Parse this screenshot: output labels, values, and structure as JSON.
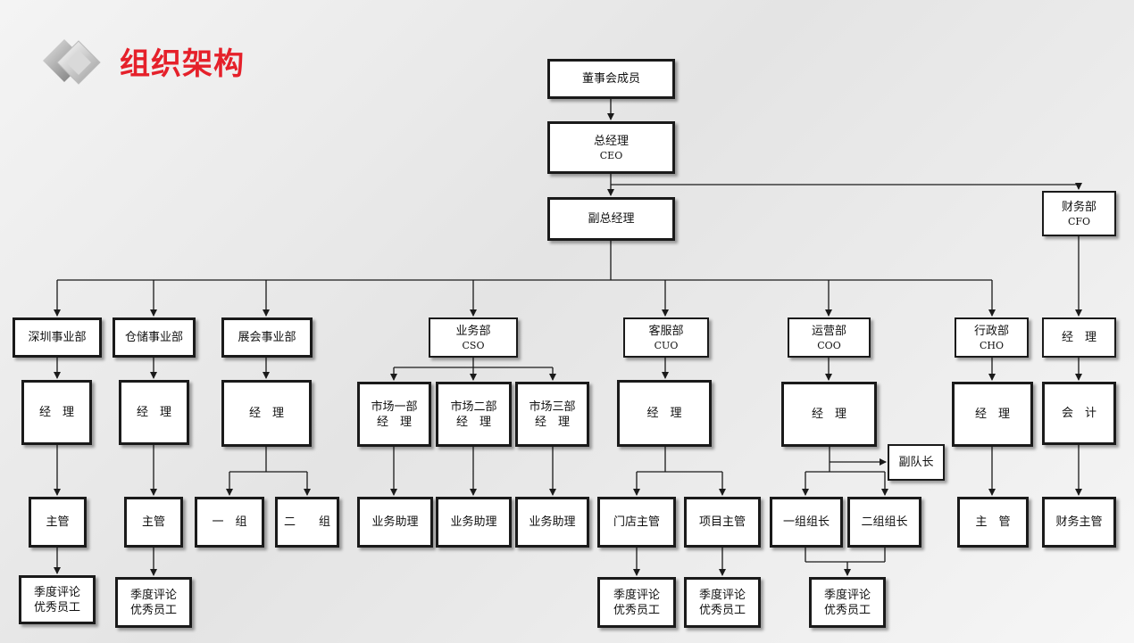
{
  "title": "组织架构",
  "colors": {
    "title": "#e5202a",
    "line": "#1a1a1a",
    "box_border": "#1a1a1a"
  },
  "logo_icon": "diamond-logo-icon",
  "nodes": [
    {
      "id": "board",
      "lines": [
        "董事会成员"
      ]
    },
    {
      "id": "gm",
      "lines": [
        "总经理",
        "CEO"
      ]
    },
    {
      "id": "vgm",
      "lines": [
        "副总经理"
      ]
    },
    {
      "id": "finance",
      "lines": [
        "财务部",
        "CFO"
      ]
    },
    {
      "id": "shenzhen",
      "lines": [
        "深圳事业部"
      ]
    },
    {
      "id": "warehouse",
      "lines": [
        "仓储事业部"
      ]
    },
    {
      "id": "exhibit",
      "lines": [
        "展会事业部"
      ]
    },
    {
      "id": "sales",
      "lines": [
        "业务部",
        "CSO"
      ]
    },
    {
      "id": "service",
      "lines": [
        "客服部",
        "CUO"
      ]
    },
    {
      "id": "ops",
      "lines": [
        "运营部",
        "COO"
      ]
    },
    {
      "id": "admin",
      "lines": [
        "行政部",
        "CHO"
      ]
    },
    {
      "id": "fin_mgr",
      "lines": [
        "经　理"
      ]
    },
    {
      "id": "sz_mgr",
      "lines": [
        "经　理"
      ]
    },
    {
      "id": "wh_mgr",
      "lines": [
        "经　理"
      ]
    },
    {
      "id": "ex_mgr",
      "lines": [
        "经　理"
      ]
    },
    {
      "id": "mkt1",
      "lines": [
        "市场一部",
        "经　理"
      ]
    },
    {
      "id": "mkt2",
      "lines": [
        "市场二部",
        "经　理"
      ]
    },
    {
      "id": "mkt3",
      "lines": [
        "市场三部",
        "经　理"
      ]
    },
    {
      "id": "sv_mgr",
      "lines": [
        "经　理"
      ]
    },
    {
      "id": "ops_mgr",
      "lines": [
        "经　理"
      ]
    },
    {
      "id": "ad_mgr",
      "lines": [
        "经　理"
      ]
    },
    {
      "id": "accountant",
      "lines": [
        "会　计"
      ]
    },
    {
      "id": "vice_captain",
      "lines": [
        "副队长"
      ]
    },
    {
      "id": "sz_sup",
      "lines": [
        "主管"
      ]
    },
    {
      "id": "wh_sup",
      "lines": [
        "主管"
      ]
    },
    {
      "id": "group1",
      "lines": [
        "一　组"
      ]
    },
    {
      "id": "group2",
      "lines": [
        "二　　组"
      ]
    },
    {
      "id": "asst1",
      "lines": [
        "业务助理"
      ]
    },
    {
      "id": "asst2",
      "lines": [
        "业务助理"
      ]
    },
    {
      "id": "asst3",
      "lines": [
        "业务助理"
      ]
    },
    {
      "id": "store_sup",
      "lines": [
        "门店主管"
      ]
    },
    {
      "id": "proj_sup",
      "lines": [
        "项目主管"
      ]
    },
    {
      "id": "team1",
      "lines": [
        "一组组长"
      ]
    },
    {
      "id": "team2",
      "lines": [
        "二组组长"
      ]
    },
    {
      "id": "ad_sup",
      "lines": [
        "主　管"
      ]
    },
    {
      "id": "fin_sup",
      "lines": [
        "财务主管"
      ]
    },
    {
      "id": "sz_award",
      "lines": [
        "季度评论",
        "优秀员工"
      ]
    },
    {
      "id": "wh_award",
      "lines": [
        "季度评论",
        "优秀员工"
      ]
    },
    {
      "id": "store_award",
      "lines": [
        "季度评论",
        "优秀员工"
      ]
    },
    {
      "id": "proj_award",
      "lines": [
        "季度评论",
        "优秀员工"
      ]
    },
    {
      "id": "ops_award",
      "lines": [
        "季度评论",
        "优秀员工"
      ]
    }
  ]
}
